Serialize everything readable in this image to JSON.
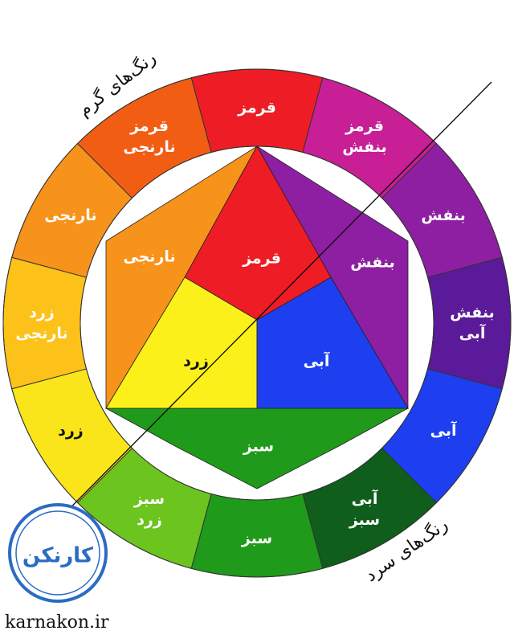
{
  "wheel": {
    "segments": [
      {
        "key": "red",
        "lines": [
          "قرمز"
        ],
        "color": "#ee1c24",
        "text_color": "#ffffff"
      },
      {
        "key": "red-violet",
        "lines": [
          "قرمز",
          "بنفش"
        ],
        "color": "#c81e96",
        "text_color": "#ffffff"
      },
      {
        "key": "violet",
        "lines": [
          "بنفش"
        ],
        "color": "#8e1fa2",
        "text_color": "#ffffff"
      },
      {
        "key": "blue-violet",
        "lines": [
          "بنفش",
          "آبی"
        ],
        "color": "#5a1a99",
        "text_color": "#ffffff"
      },
      {
        "key": "blue",
        "lines": [
          "آبی"
        ],
        "color": "#1d3ff0",
        "text_color": "#ffffff"
      },
      {
        "key": "blue-green",
        "lines": [
          "آبی",
          "سبز"
        ],
        "color": "#0f5e1c",
        "text_color": "#ffffff"
      },
      {
        "key": "green",
        "lines": [
          "سبز"
        ],
        "color": "#1f9a1a",
        "text_color": "#ffffff"
      },
      {
        "key": "yellow-green",
        "lines": [
          "سبز",
          "زرد"
        ],
        "color": "#6cc41e",
        "text_color": "#ffffff"
      },
      {
        "key": "yellow",
        "lines": [
          "زرد"
        ],
        "color": "#f9e51a",
        "text_color": "#111111"
      },
      {
        "key": "yellow-orange",
        "lines": [
          "زرد",
          "نارنجی"
        ],
        "color": "#fcc21a",
        "text_color": "#ffffff"
      },
      {
        "key": "orange",
        "lines": [
          "نارنجی"
        ],
        "color": "#f7931a",
        "text_color": "#ffffff"
      },
      {
        "key": "red-orange",
        "lines": [
          "قرمز",
          "نارنجی"
        ],
        "color": "#f25d14",
        "text_color": "#ffffff"
      }
    ]
  },
  "inner": {
    "primary_red": {
      "label": "قرمز",
      "color": "#ee1c24"
    },
    "primary_yellow": {
      "label": "زرد",
      "color": "#fbf01a"
    },
    "primary_blue": {
      "label": "آبی",
      "color": "#1d3ff0"
    },
    "secondary_orange": {
      "label": "نارنجی",
      "color": "#f7931a"
    },
    "secondary_violet": {
      "label": "بنفش",
      "color": "#8e1fa2"
    },
    "secondary_green": {
      "label": "سبز",
      "color": "#1f9a1a"
    }
  },
  "annotations": {
    "warm_colors": "رنگ‌های گرم",
    "cool_colors": "رنگ‌های سرد"
  },
  "logo": {
    "text": "کارنکن",
    "color": "#2b6cc4"
  },
  "website": "karnakon.ir"
}
